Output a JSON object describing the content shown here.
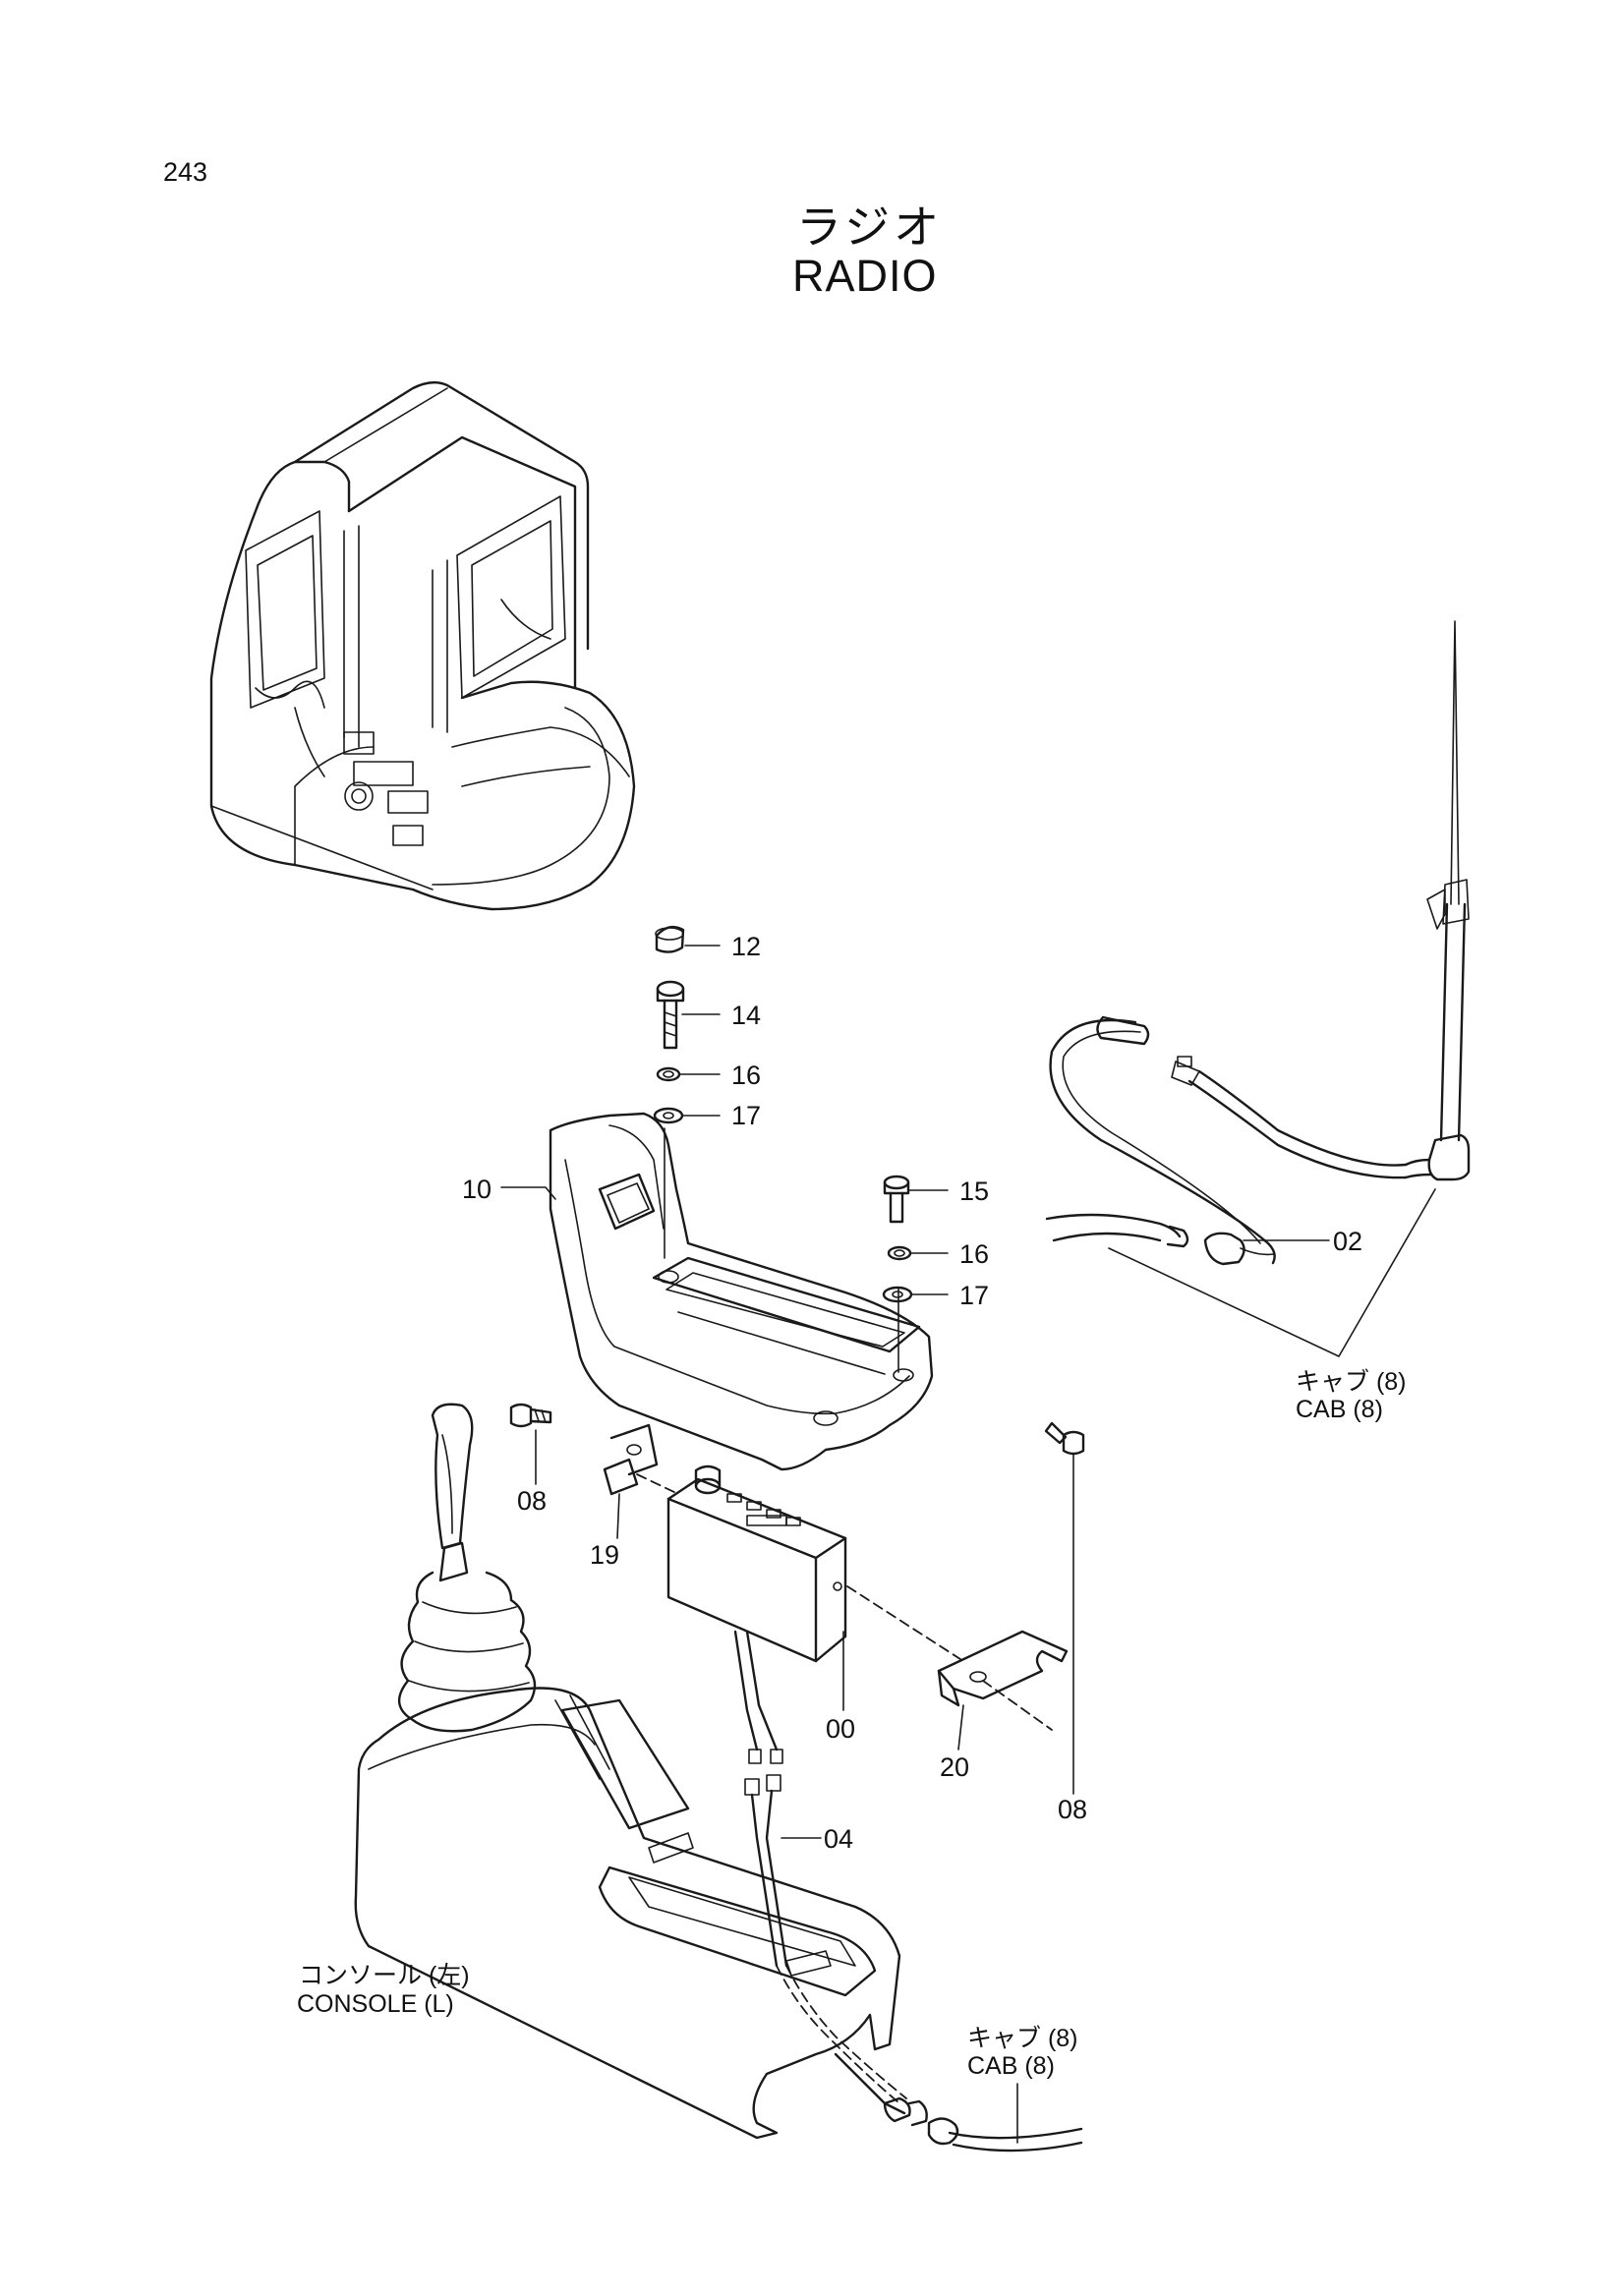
{
  "page_number": "243",
  "title": {
    "jp": "ラジオ",
    "en": "RADIO"
  },
  "part_labels": {
    "p12": "12",
    "p14": "14",
    "p16a": "16",
    "p17a": "17",
    "p10": "10",
    "p15": "15",
    "p16b": "16",
    "p17b": "17",
    "p02": "02",
    "p08a": "08",
    "p19": "19",
    "p00": "00",
    "p20": "20",
    "p08b": "08",
    "p04": "04"
  },
  "callouts": {
    "cab_upper": {
      "jp": "キャブ (8)",
      "en": "CAB (8)"
    },
    "console": {
      "jp": "コンソール (左)",
      "en": "CONSOLE (L)"
    },
    "cab_lower": {
      "jp": "キャブ (8)",
      "en": "CAB (8)"
    }
  }
}
